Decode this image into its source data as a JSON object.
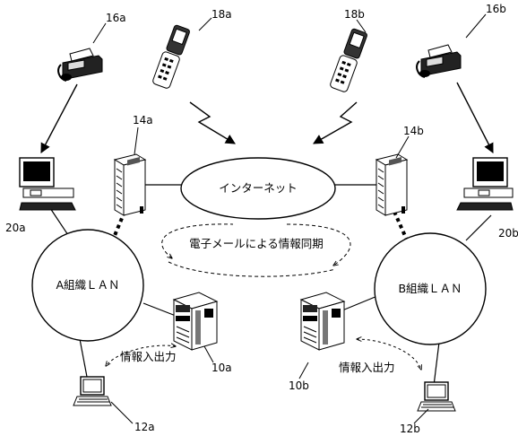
{
  "network": {
    "internet_label": "インターネット",
    "lan_a_label": "A組織ＬＡＮ",
    "lan_b_label": "B組織ＬＡＮ",
    "sync_label": "電子メールによる情報同期",
    "io_label_a": "情報入出力",
    "io_label_b": "情報入出力"
  },
  "refs": {
    "fax_a": "16a",
    "fax_b": "16b",
    "phone_a": "18a",
    "phone_b": "18b",
    "gateway_a": "14a",
    "gateway_b": "14b",
    "pc_a": "20a",
    "pc_b": "20b",
    "server_a": "10a",
    "server_b": "10b",
    "laptop_a": "12a",
    "laptop_b": "12b"
  },
  "colors": {
    "line": "#000000",
    "background": "#ffffff"
  }
}
